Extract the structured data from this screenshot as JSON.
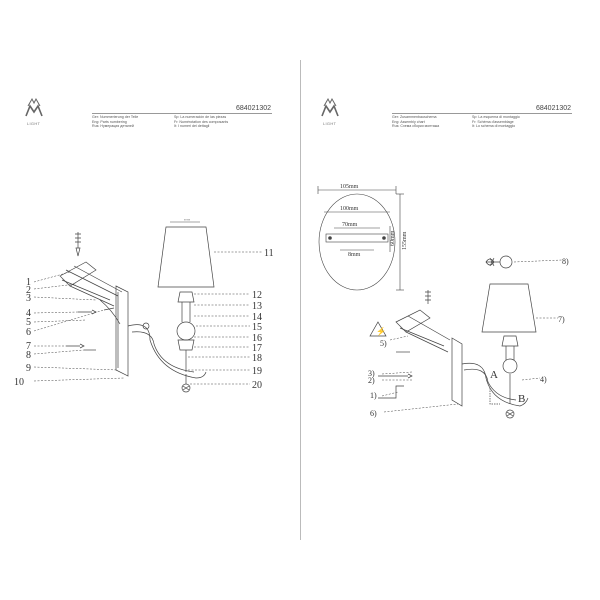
{
  "left": {
    "brand": "LIGHT",
    "code": "684021302",
    "captions_col1": [
      "Ger: Nummerierung der Teile",
      "Eng: Parts numbering",
      "Rus: Нумерация деталей"
    ],
    "captions_col2": [
      "Sp: La numeración de las piezas",
      "Fr: Numérotation des composants",
      "It: I numeri dei dettagli"
    ],
    "callouts": [
      "1",
      "2",
      "3",
      "4",
      "5",
      "6",
      "7",
      "8",
      "9",
      "10",
      "11",
      "12",
      "13",
      "14",
      "15",
      "16",
      "17",
      "18",
      "19",
      "20"
    ]
  },
  "right": {
    "brand": "LIGHT",
    "code": "684021302",
    "captions_col1": [
      "Ger: Zusammenbauschema",
      "Eng: Assembly chart",
      "Rus: Схема сборки монтажа"
    ],
    "captions_col2": [
      "Sp: La esquema di montaggio",
      "Fr: Schéma d'assemblage",
      "It: Lo schema di montaggio"
    ],
    "dims": {
      "w_outer": "105mm",
      "w_inner": "100mm",
      "w_holes": "70mm",
      "w_slot": "8mm",
      "h_total": "155mm",
      "h_side": "60mm"
    },
    "steps": [
      "1)",
      "2)",
      "3)",
      "4)",
      "5)",
      "6)",
      "7)",
      "8)"
    ],
    "letters": [
      "A",
      "B"
    ]
  }
}
